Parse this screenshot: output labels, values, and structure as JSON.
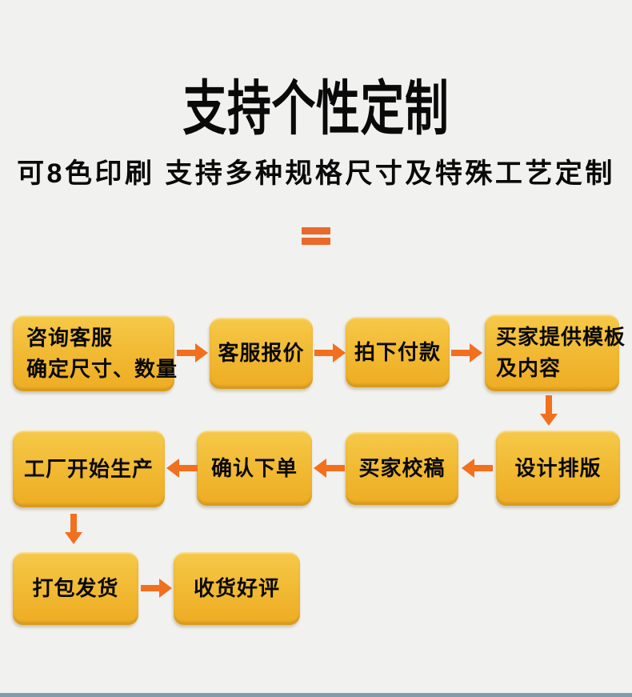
{
  "header": {
    "title": "支持个性定制",
    "subtitle": "可8色印刷 支持多种规格尺寸及特殊工艺定制"
  },
  "divider": {
    "icon": "equals-icon"
  },
  "flow": {
    "boxes": [
      {
        "id": "consult",
        "lines": [
          "咨询客服",
          "确定尺寸、数量"
        ]
      },
      {
        "id": "quote",
        "lines": [
          "客服报价"
        ]
      },
      {
        "id": "pay",
        "lines": [
          "拍下付款"
        ]
      },
      {
        "id": "template",
        "lines": [
          "买家提供模板",
          "及内容"
        ]
      },
      {
        "id": "design",
        "lines": [
          "设计排版"
        ]
      },
      {
        "id": "proof",
        "lines": [
          "买家校稿"
        ]
      },
      {
        "id": "confirm",
        "lines": [
          "确认下单"
        ]
      },
      {
        "id": "produce",
        "lines": [
          "工厂开始生产"
        ]
      },
      {
        "id": "ship",
        "lines": [
          "打包发货"
        ]
      },
      {
        "id": "review",
        "lines": [
          "收货好评"
        ]
      }
    ]
  },
  "colors": {
    "page_bg": "#f1f1f0",
    "text": "#0a0a0a",
    "box_top": "#f6c94a",
    "box_bottom": "#eeac24",
    "arrow": "#f2701d",
    "equals": "#e8692c",
    "footer_bar": "#7f9dac"
  }
}
